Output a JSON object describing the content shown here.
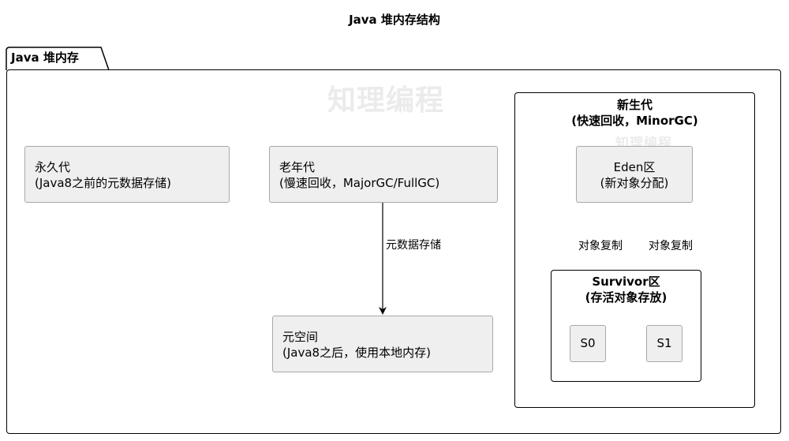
{
  "title": "Java 堆内存结构",
  "package": {
    "label": "Java 堆内存"
  },
  "watermark": "知理编程",
  "nodes": {
    "permgen": {
      "line1": "永久代",
      "line2": "(Java8之前的元数据存储)"
    },
    "oldgen": {
      "line1": "老年代",
      "line2": "(慢速回收，MajorGC/FullGC)"
    },
    "metaspace": {
      "line1": "元空间",
      "line2": "(Java8之后，使用本地内存)"
    },
    "eden": {
      "line1": "Eden区",
      "line2": "(新对象分配)"
    },
    "s0": {
      "label": "S0"
    },
    "s1": {
      "label": "S1"
    }
  },
  "young_gen": {
    "line1": "新生代",
    "line2": "(快速回收，MinorGC)"
  },
  "survivor": {
    "line1": "Survivor区",
    "line2": "(存活对象存放)"
  },
  "edges": {
    "old_to_meta": "元数据存储",
    "eden_to_s0": "对象复制",
    "eden_to_s1": "对象复制"
  }
}
